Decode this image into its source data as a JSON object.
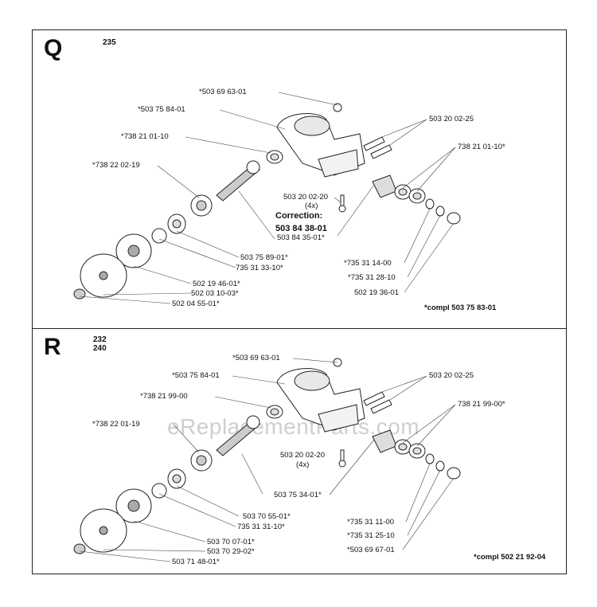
{
  "watermark": "eReplacementParts.com",
  "panel_q": {
    "letter": "Q",
    "models": [
      "235"
    ],
    "labels": [
      "*503 69 63-01",
      "*503 75 84-01",
      "*738 21 01-10",
      "*738 22 02-19",
      "503 20 02-25",
      "738 21 01-10*",
      "503 20 02-20",
      "(4x)",
      "Correction:",
      "503 84 38-01",
      "503 84 35-01*",
      "503 75 89-01*",
      "735 31 33-10*",
      "502 19 46-01*",
      "502 03 10-03*",
      "502 04 55-01*",
      "*735 31 14-00",
      "*735 31 28-10",
      "502 19 36-01"
    ],
    "compl": "*compl 503 75 83-01"
  },
  "panel_r": {
    "letter": "R",
    "models": [
      "232",
      "240"
    ],
    "labels": [
      "*503 69 63-01",
      "*503 75 84-01",
      "*738 21 99-00",
      "*738 22 01-19",
      "503 20 02-25",
      "738 21 99-00*",
      "503 20 02-20",
      "(4x)",
      "503 75 34-01*",
      "503 70 55-01*",
      "735 31 31-10*",
      "503 70 07-01*",
      "503 70 29-02*",
      "503 71 48-01*",
      "*735 31 11-00",
      "*735 31 25-10",
      "*503 69 67-01"
    ],
    "compl": "*compl 502 21 92-04"
  }
}
